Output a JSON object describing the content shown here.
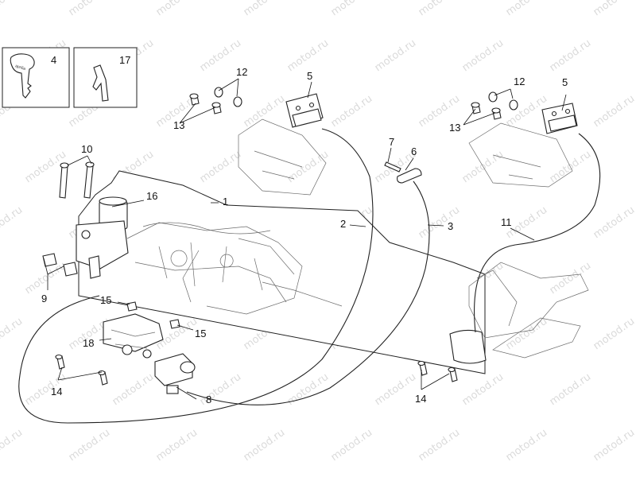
{
  "watermark": {
    "text": "motod.ru"
  },
  "callouts": {
    "c1": "1",
    "c2": "2",
    "c3": "3",
    "c4": "4",
    "c5a": "5",
    "c5b": "5",
    "c6": "6",
    "c7": "7",
    "c8": "8",
    "c9": "9",
    "c10": "10",
    "c11": "11",
    "c12a": "12",
    "c12b": "12",
    "c13a": "13",
    "c13b": "13",
    "c14a": "14",
    "c14b": "14",
    "c15a": "15",
    "c15b": "15",
    "c16": "16",
    "c17": "17",
    "c18": "18"
  },
  "key_label": "aprilia"
}
